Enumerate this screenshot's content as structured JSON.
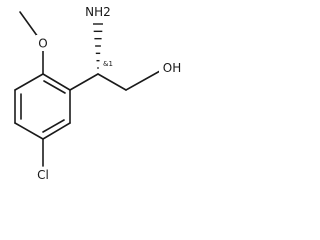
{
  "molecule": {
    "atoms": {
      "methyl": "CH3",
      "methoxy_oxygen": "O",
      "amine": "NH2",
      "hydroxyl": "OH",
      "chlorine": "Cl"
    },
    "stereo_descriptor": "&1"
  }
}
